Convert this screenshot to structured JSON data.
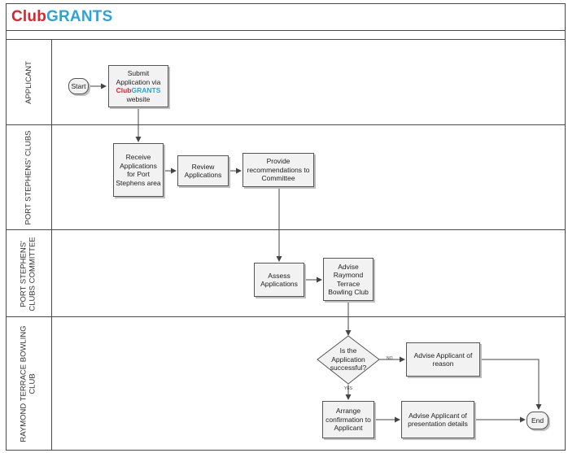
{
  "title": {
    "part1": "Club",
    "part2": "GRANTS"
  },
  "colors": {
    "club_red": "#d9262c",
    "grants_blue": "#2aa3d8",
    "box_fill": "#f2f2f2",
    "line": "#555555"
  },
  "lanes": [
    {
      "label": "APPLICANT"
    },
    {
      "label": "PORT STEPHENS' CLUBS"
    },
    {
      "label_line1": "PORT STEPHENS'",
      "label_line2": "CLUBS COMMITTEE"
    },
    {
      "label_line1": "RAYMOND TERRACE BOWLING",
      "label_line2": "CLUB"
    }
  ],
  "nodes": {
    "start": "Start",
    "submit_line1": "Submit",
    "submit_line2": "Application via",
    "submit_club": "Club",
    "submit_grants": "GRANTS",
    "submit_line4": "website",
    "receive": "Receive Applications for Port Stephens area",
    "review": "Review Applications",
    "provide": "Provide recommendations to Committee",
    "assess": "Assess Applications",
    "advise_rtbc": "Advise Raymond Terrace Bowling Club",
    "decision": "Is the Application successful?",
    "advise_reason": "Advise Applicant of reason",
    "arrange": "Arrange confirmation to Applicant",
    "advise_presentation": "Advise Applicant of presentation details",
    "end": "End"
  },
  "edge_labels": {
    "no": "NO",
    "yes": "YES"
  }
}
